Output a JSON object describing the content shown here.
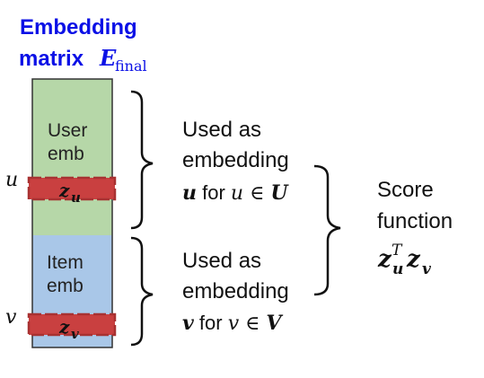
{
  "title": {
    "line1": "Embedding",
    "line2_word": "matrix",
    "symbol": "E",
    "subscript": "final"
  },
  "matrix": {
    "user_section_label_line1": "User",
    "user_section_label_line2": "emb",
    "item_section_label_line1": "Item",
    "item_section_label_line2": "emb",
    "user_row_label": "u",
    "item_row_label": "v",
    "user_vector": {
      "base": "z",
      "subscript": "u"
    },
    "item_vector": {
      "base": "z",
      "subscript": "v"
    },
    "colors": {
      "user_fill": "#b6d7a8",
      "item_fill": "#a9c7e8",
      "row_highlight": "#c94040",
      "row_border": "#a83232",
      "outline": "#333333"
    }
  },
  "user_usage": {
    "line1": "Used as",
    "line2": "embedding",
    "line3_bold": "u",
    "line3_for": " for ",
    "line3_var": "u",
    "line3_in": " ∈ ",
    "line3_set": "U"
  },
  "item_usage": {
    "line1": "Used as",
    "line2": "embedding",
    "line3_bold": "v",
    "line3_for": " for ",
    "line3_var": "v",
    "line3_in": " ∈ ",
    "line3_set": "V"
  },
  "score": {
    "line1": "Score",
    "line2": "function",
    "formula_z1": "z",
    "formula_sub1": "u",
    "formula_sup1": "T",
    "formula_z2": "z",
    "formula_sub2": "v"
  },
  "accent_color": "#0b10e6"
}
